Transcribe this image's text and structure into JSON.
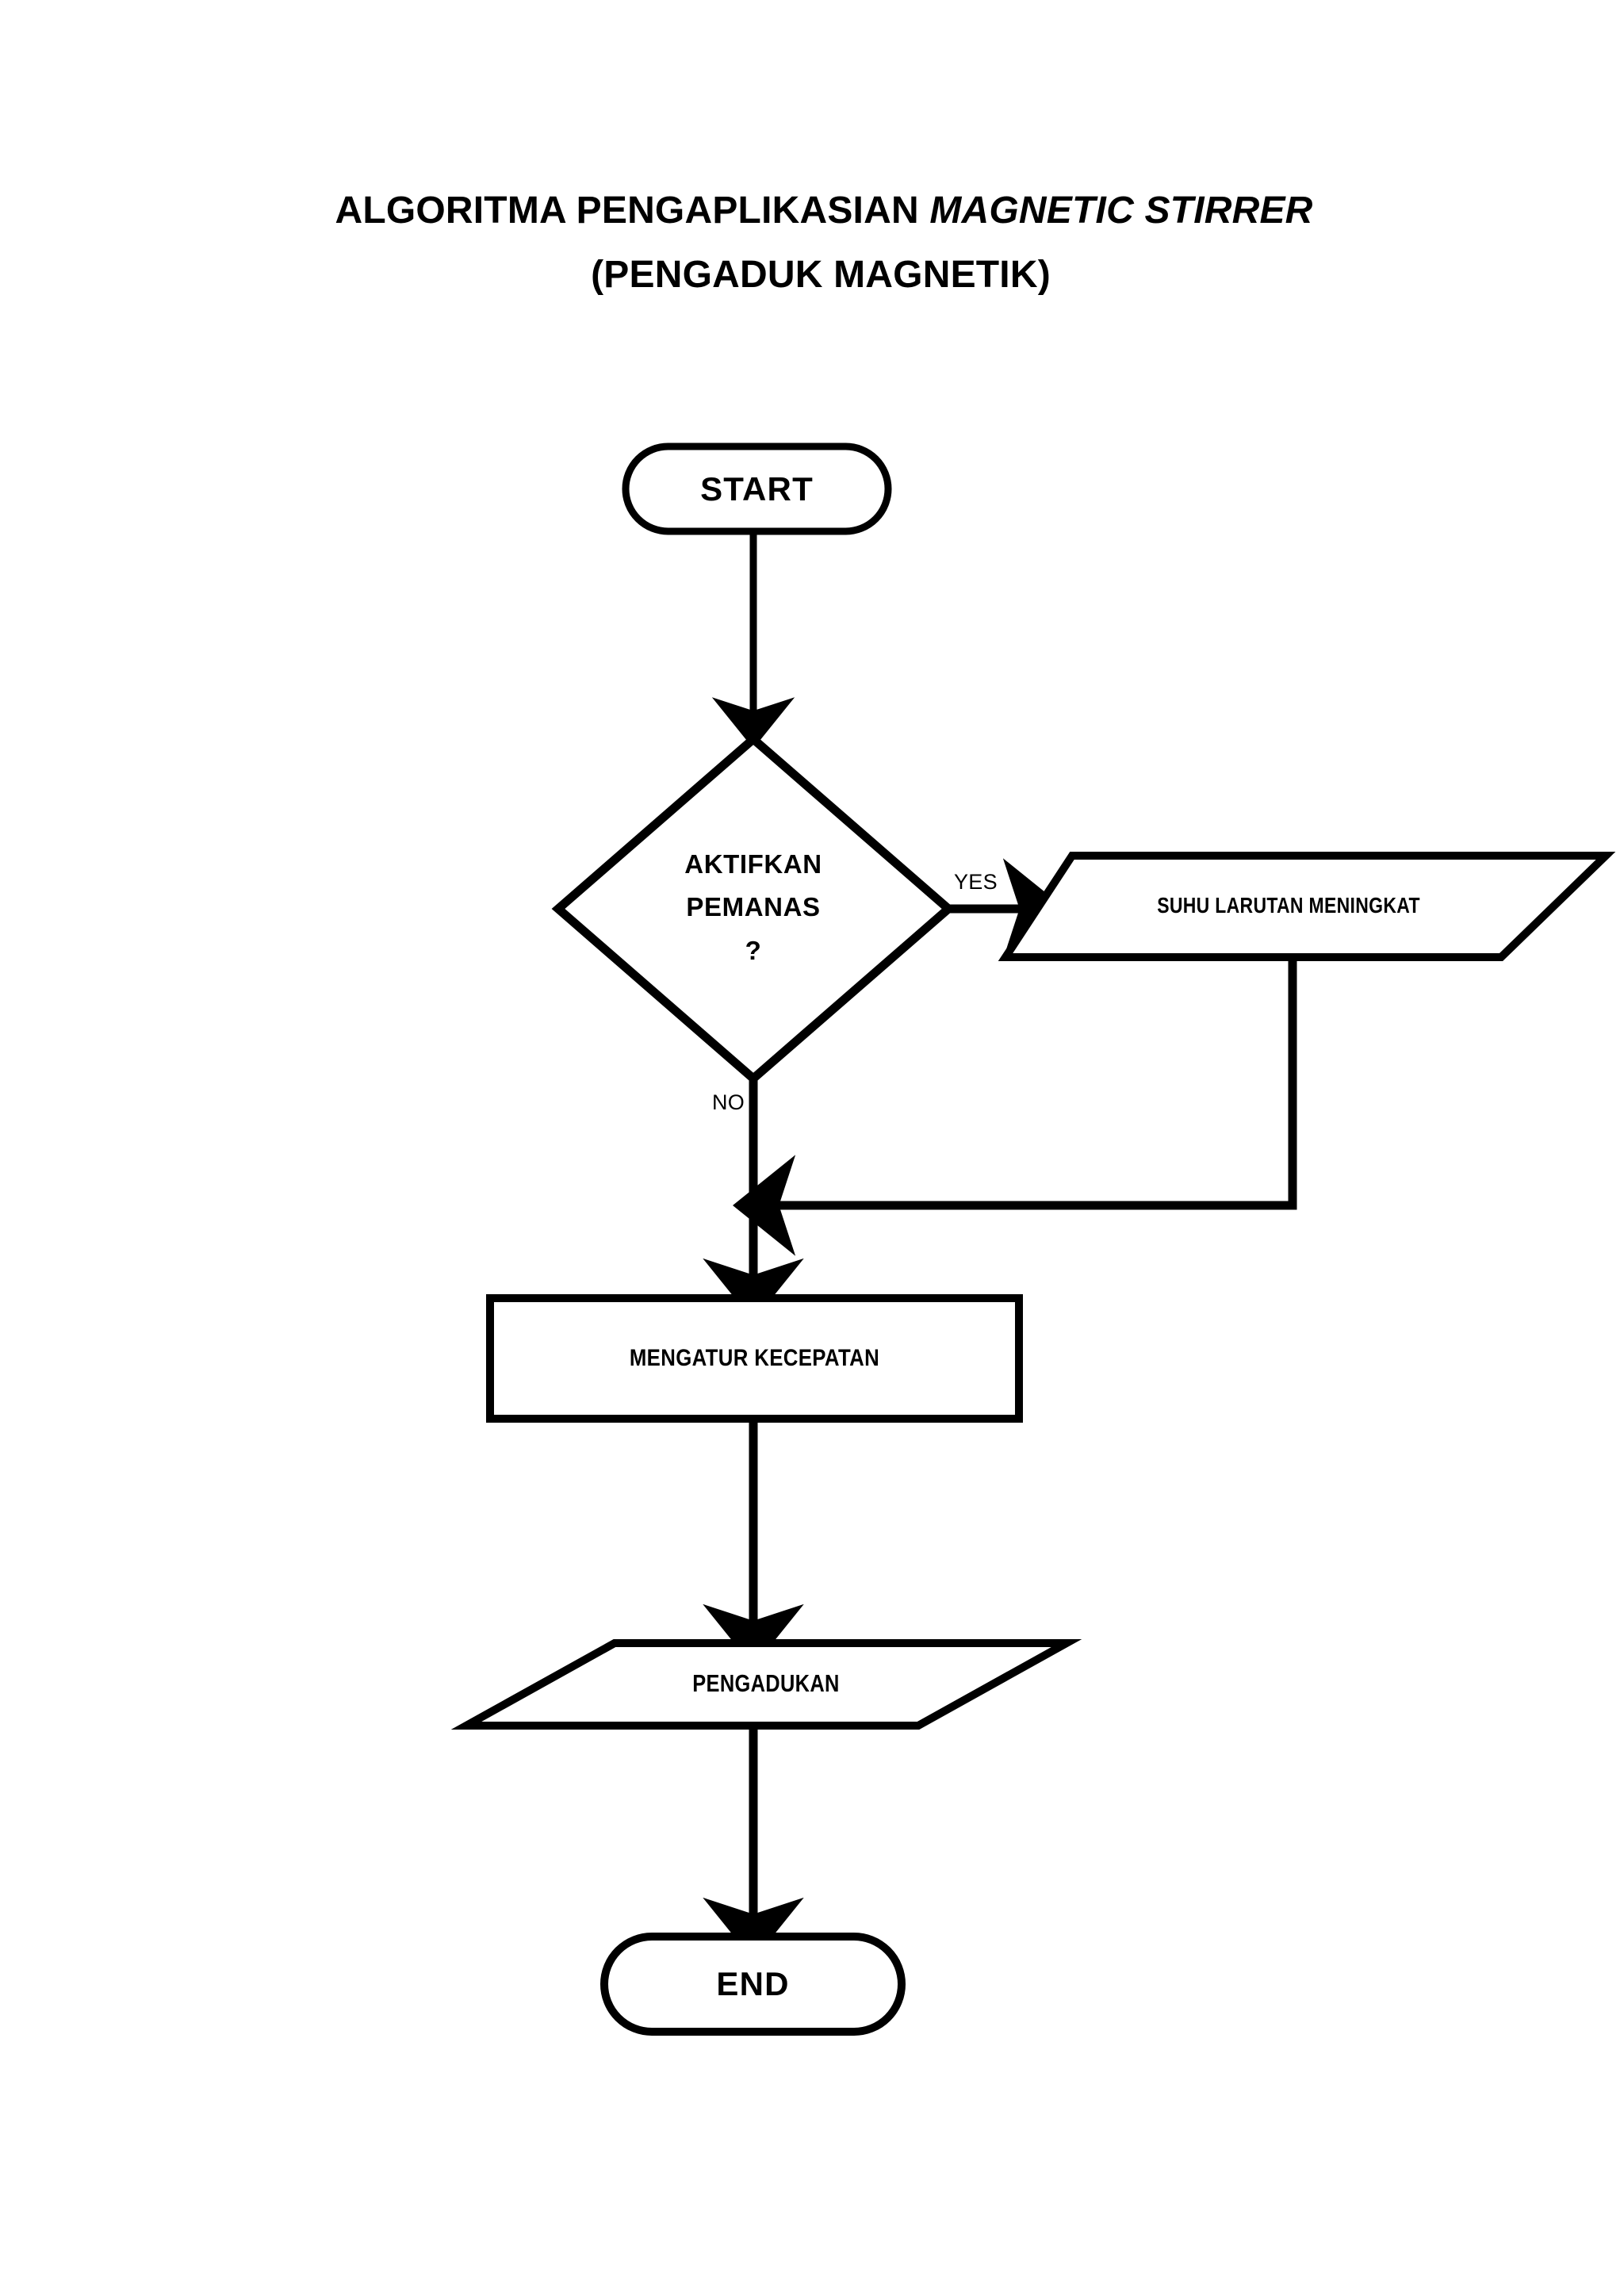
{
  "document": {
    "title_line_1_prefix": "ALGORITMA PENGAPLIKASIAN ",
    "title_line_1_emphasis": "MAGNETIC STIRRER",
    "title_line_2": "(PENGADUK MAGNETIK)",
    "background_color": "#FFFFFF",
    "ink_color": "#000000"
  },
  "chart_data": {
    "type": "diagram",
    "subtype": "flowchart",
    "title": "ALGORITMA PENGAPLIKASIAN MAGNETIC STIRRER (PENGADUK MAGNETIK)",
    "orientation": "top-to-bottom",
    "nodes": [
      {
        "id": "start",
        "shape": "terminator",
        "label": "START"
      },
      {
        "id": "decision",
        "shape": "decision",
        "label": "AKTIFKAN PEMANAS ?",
        "label_lines": [
          "AKTIFKAN",
          "PEMANAS",
          "?"
        ]
      },
      {
        "id": "suhu",
        "shape": "parallelogram",
        "label": "SUHU  LARUTAN  MENINGKAT"
      },
      {
        "id": "speed",
        "shape": "process",
        "label": "MENGATUR KECEPATAN"
      },
      {
        "id": "stir",
        "shape": "parallelogram",
        "label": "PENGADUKAN"
      },
      {
        "id": "end",
        "shape": "terminator",
        "label": "END"
      }
    ],
    "edges": [
      {
        "from": "start",
        "to": "decision",
        "label": ""
      },
      {
        "from": "decision",
        "to": "suhu",
        "label": "YES"
      },
      {
        "from": "decision",
        "to": "speed",
        "label": "NO"
      },
      {
        "from": "suhu",
        "to": "speed",
        "label": ""
      },
      {
        "from": "speed",
        "to": "stir",
        "label": ""
      },
      {
        "from": "stir",
        "to": "end",
        "label": ""
      }
    ],
    "edge_labels": {
      "yes": "YES",
      "no": "NO"
    }
  },
  "nodes": {
    "start": {
      "label": "START"
    },
    "decision": {
      "line1": "AKTIFKAN",
      "line2": "PEMANAS",
      "line3": "?"
    },
    "suhu": {
      "label": "SUHU  LARUTAN  MENINGKAT"
    },
    "speed": {
      "label": "MENGATUR KECEPATAN"
    },
    "stir": {
      "label": "PENGADUKAN"
    },
    "end": {
      "label": "END"
    }
  },
  "edges": {
    "yes_label": "YES",
    "no_label": "NO"
  }
}
